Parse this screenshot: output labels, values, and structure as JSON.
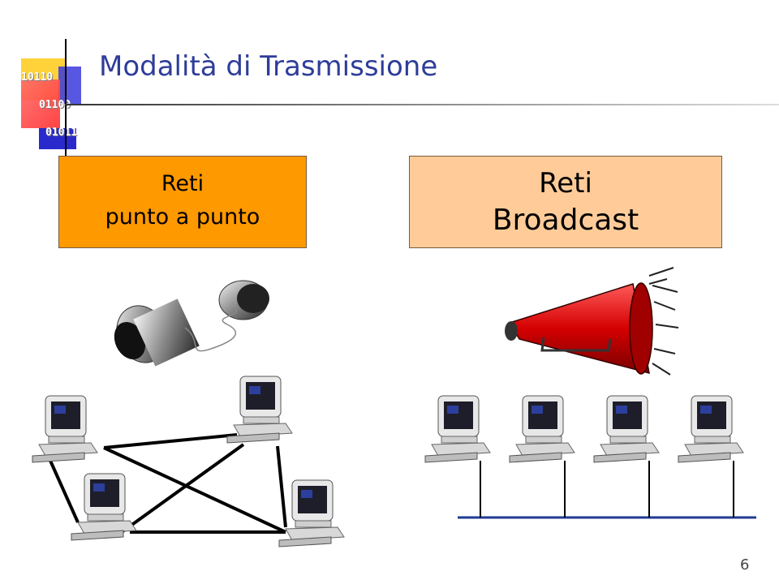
{
  "slide": {
    "title": "Modalità di Trasmissione",
    "page_number": "6"
  },
  "logo": {
    "binary_lines": [
      "10110",
      "01100",
      "01011"
    ]
  },
  "boxes": {
    "point_to_point": {
      "line1": "Reti",
      "line2": "punto a punto",
      "color": "#ff9900"
    },
    "broadcast": {
      "line1": "Reti",
      "line2": "Broadcast",
      "color": "#ffcc99"
    }
  },
  "illustrations": {
    "left": "tin-can-telephone-icon",
    "right": "megaphone-icon"
  },
  "colors": {
    "title": "#2e3d99",
    "bus_line": "#1f3a93"
  }
}
